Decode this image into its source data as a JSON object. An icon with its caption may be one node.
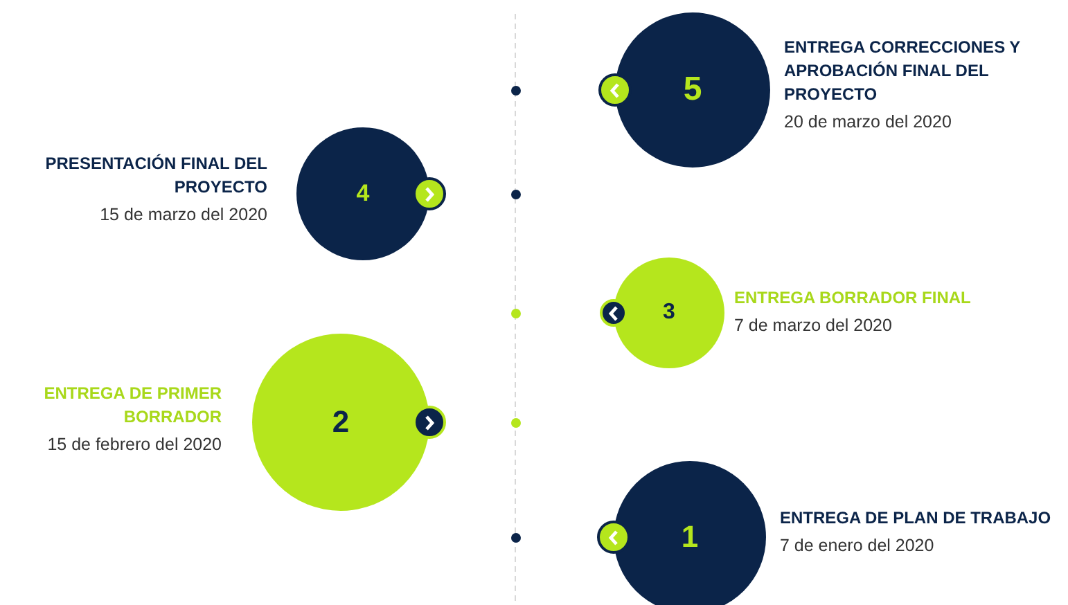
{
  "diagram": {
    "nodes": [
      {
        "text": [
          "5"
        ],
        "beside": [
          "ENTREGA CORRECCIONES Y APROBACIÓN FINAL DEL PROYECTO",
          "20 de marzo del 2020"
        ]
      },
      {
        "text": [
          "4"
        ],
        "beside": [
          "PRESENTACIÓN FINAL DEL PROYECTO",
          "15 de marzo del 2020"
        ]
      },
      {
        "text": [
          "3"
        ],
        "beside": [
          "ENTREGA BORRADOR FINAL",
          "7 de marzo del 2020"
        ]
      },
      {
        "text": [
          "2"
        ],
        "beside": [
          "ENTREGA DE PRIMER BORRADOR",
          "15 de febrero del 2020"
        ]
      },
      {
        "text": [
          "1"
        ],
        "beside": [
          "ENTREGA DE PLAN DE TRABAJO",
          "7 de enero del 2020"
        ]
      }
    ]
  }
}
